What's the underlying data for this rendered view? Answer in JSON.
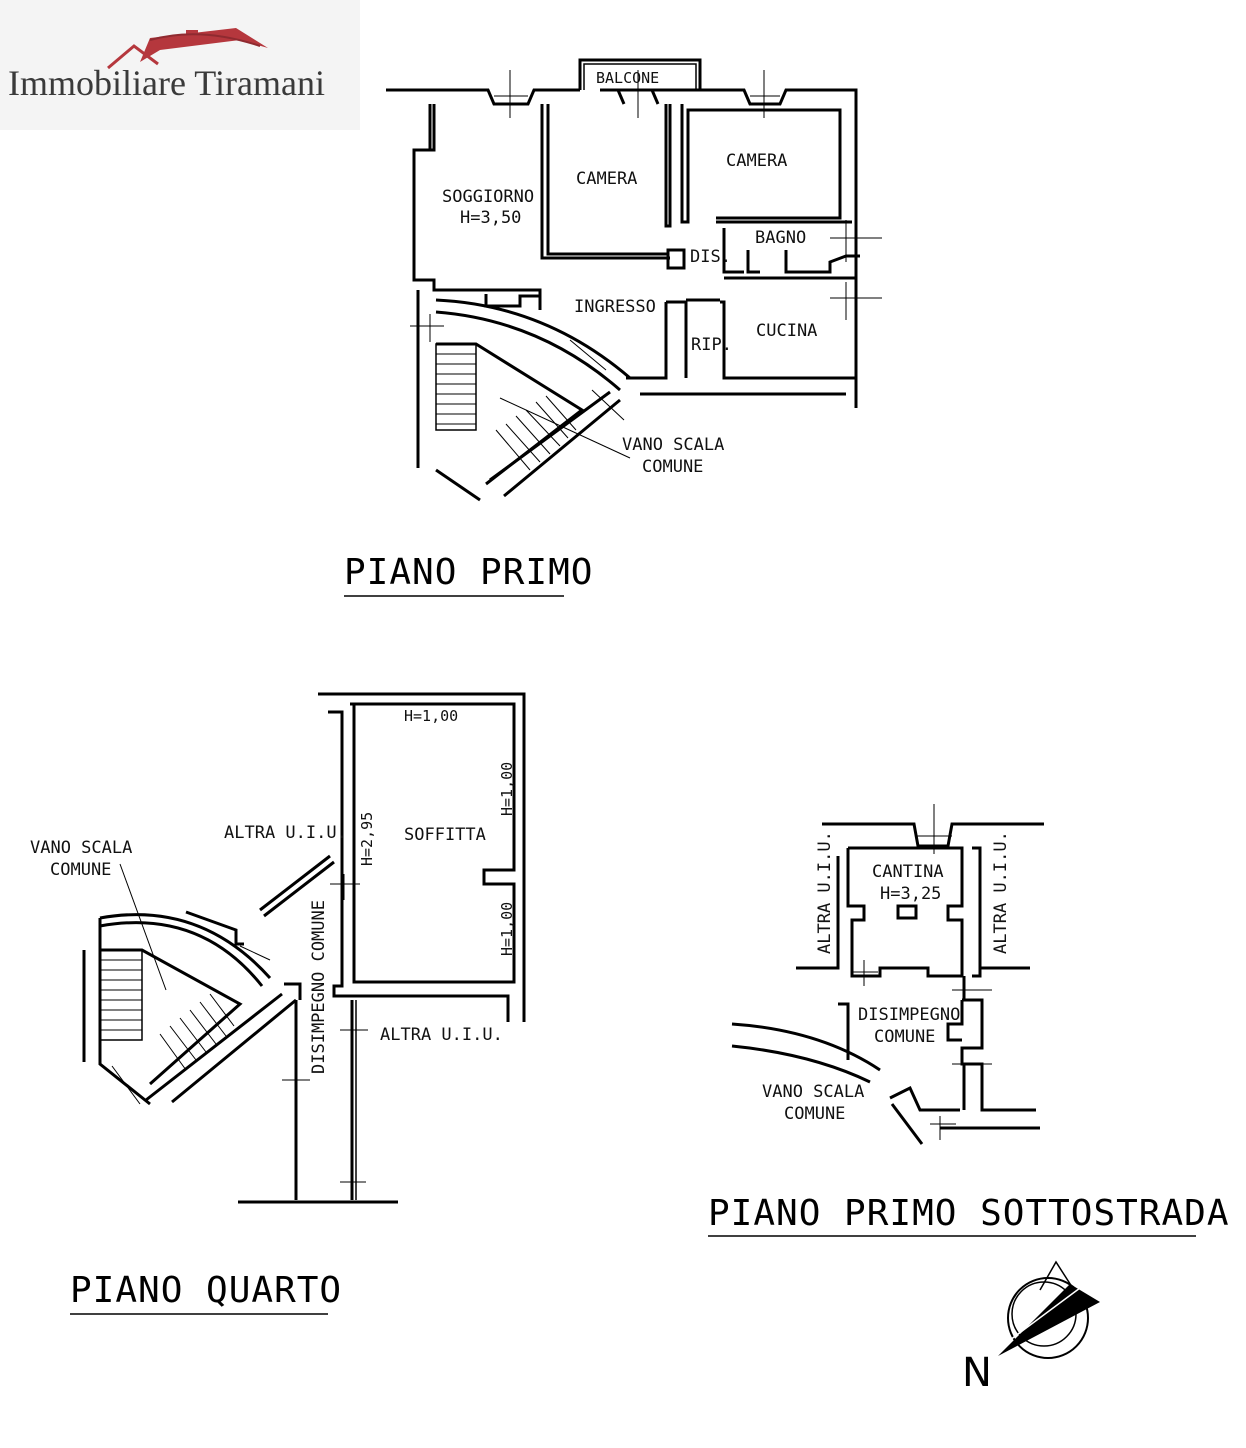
{
  "logo": {
    "text": "Immobiliare Tiramani",
    "roof_color": "#b5373d"
  },
  "floors": {
    "primo": {
      "title": "PIANO PRIMO",
      "rooms": {
        "balcone": "BALCONE",
        "soggiorno": "SOGGIORNO",
        "soggiorno_height": "H=3,50",
        "camera_1": "CAMERA",
        "camera_2": "CAMERA",
        "bagno": "BAGNO",
        "dis": "DIS.",
        "ingresso": "INGRESSO",
        "rip": "RIP.",
        "cucina": "CUCINA",
        "vano_scala_1": "VANO SCALA",
        "vano_scala_2": "COMUNE"
      }
    },
    "quarto": {
      "title": "PIANO QUARTO",
      "rooms": {
        "h_top": "H=1,00",
        "h_right_top": "H=1,00",
        "h_right_bottom": "H=1,00",
        "h_left": "H=2,95",
        "soffitta": "SOFFITTA",
        "altra_uiu_top": "ALTRA U.I.U.",
        "altra_uiu_bottom": "ALTRA U.I.U.",
        "disimpegno": "DISIMPEGNO COMUNE",
        "vano_scala_1": "VANO SCALA",
        "vano_scala_2": "COMUNE"
      }
    },
    "sottostrada": {
      "title": "PIANO PRIMO SOTTOSTRADA",
      "rooms": {
        "cantina": "CANTINA",
        "cantina_height": "H=3,25",
        "altra_uiu_left": "ALTRA U.I.U.",
        "altra_uiu_right": "ALTRA U.I.U.",
        "disimpegno_1": "DISIMPEGNO",
        "disimpegno_2": "COMUNE",
        "vano_scala_1": "VANO SCALA",
        "vano_scala_2": "COMUNE"
      }
    }
  },
  "compass": {
    "label": "N"
  }
}
